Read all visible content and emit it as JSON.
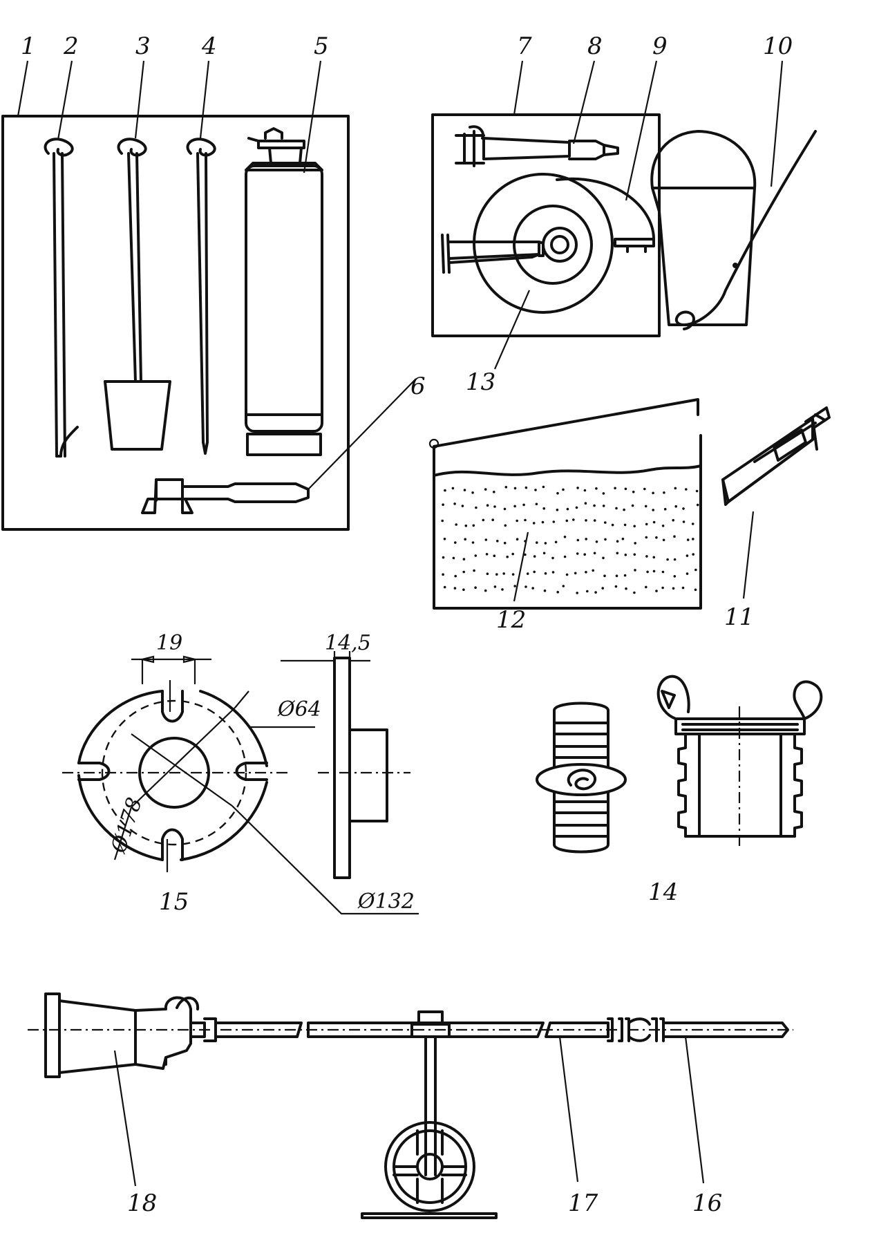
{
  "labels": {
    "l1": "1",
    "l2": "2",
    "l3": "3",
    "l4": "4",
    "l5": "5",
    "l6": "6",
    "l7": "7",
    "l8": "8",
    "l9": "9",
    "l10": "10",
    "l11": "11",
    "l12": "12",
    "l13": "13",
    "l14": "14",
    "l15": "15",
    "l16": "16",
    "l17": "17",
    "l18": "18"
  },
  "dimensions": {
    "slot_width": "19",
    "flange_thickness": "14,5",
    "inner_diameter": "Ø64",
    "outer_diameter": "Ø178",
    "bolt_circle_diameter": "Ø132"
  }
}
